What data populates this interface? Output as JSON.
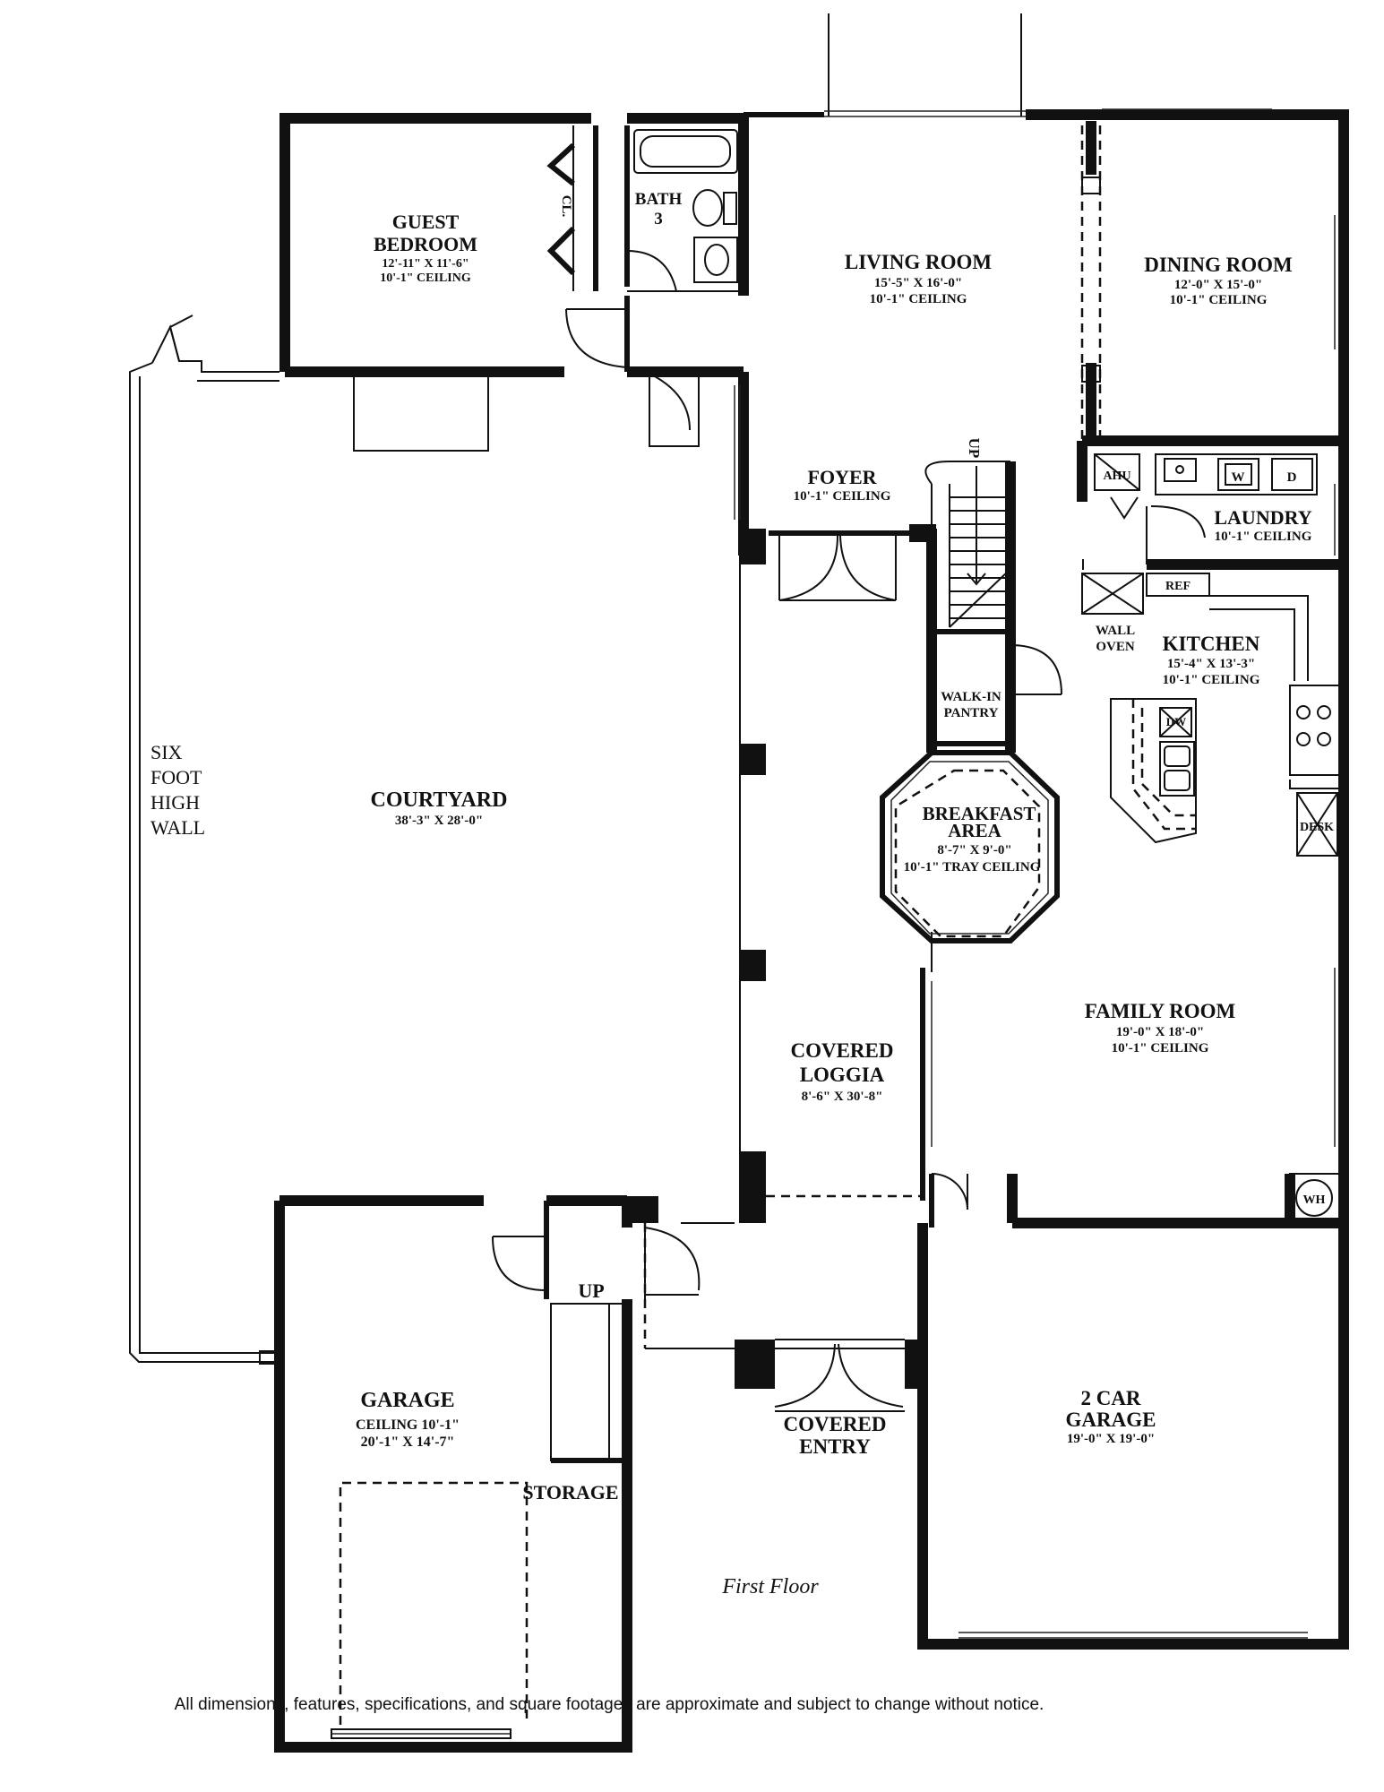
{
  "rooms": {
    "guest_bedroom": {
      "name_line1": "GUEST",
      "name_line2": "BEDROOM",
      "dims": "12'-11\" X 11'-6\"",
      "ceiling": "10'-1\" CEILING"
    },
    "closet": {
      "label": "CL."
    },
    "bath3": {
      "name_line1": "BATH",
      "name_line2": "3"
    },
    "living_room": {
      "name": "LIVING ROOM",
      "dims": "15'-5\" X 16'-0\"",
      "ceiling": "10'-1\" CEILING"
    },
    "dining_room": {
      "name": "DINING ROOM",
      "dims": "12'-0\" X 15'-0\"",
      "ceiling": "10'-1\" CEILING"
    },
    "foyer": {
      "name": "FOYER",
      "ceiling": "10'-1\" CEILING"
    },
    "laundry": {
      "name": "LAUNDRY",
      "ceiling": "10'-1\" CEILING",
      "ahu": "AHU",
      "washer": "W",
      "dryer": "D"
    },
    "kitchen": {
      "name": "KITCHEN",
      "dims": "15'-4\" X 13'-3\"",
      "ceiling": "10'-1\" CEILING",
      "ref": "REF",
      "wall_oven_line1": "WALL",
      "wall_oven_line2": "OVEN",
      "dw": "DW",
      "desk": "DESK"
    },
    "walk_in_pantry": {
      "name_line1": "WALK-IN",
      "name_line2": "PANTRY"
    },
    "breakfast_area": {
      "name_line1": "BREAKFAST",
      "name_line2": "AREA",
      "dims": "8'-7\" X 9'-0\"",
      "ceiling": "10'-1\" TRAY CEILING"
    },
    "courtyard": {
      "name": "COURTYARD",
      "dims": "38'-3\" X 28'-0\""
    },
    "six_foot_wall": {
      "line1": "SIX",
      "line2": "FOOT",
      "line3": "HIGH",
      "line4": "WALL"
    },
    "covered_loggia": {
      "name_line1": "COVERED",
      "name_line2": "LOGGIA",
      "dims": "8'-6\" X 30'-8\""
    },
    "family_room": {
      "name": "FAMILY ROOM",
      "dims": "19'-0\" X 18'-0\"",
      "ceiling": "10'-1\" CEILING",
      "wh": "WH"
    },
    "garage": {
      "name": "GARAGE",
      "ceiling": "CEILING 10'-1\"",
      "dims": "20'-1\" X 14'-7\"",
      "up": "UP",
      "storage": "STORAGE"
    },
    "covered_entry": {
      "name_line1": "COVERED",
      "name_line2": "ENTRY"
    },
    "two_car_garage": {
      "name_line1": "2 CAR",
      "name_line2": "GARAGE",
      "dims": "19'-0\" X 19'-0\""
    },
    "stair_up_label": "UP"
  },
  "floor_label": "First Floor",
  "disclaimer": "All dimensions, features, specifications, and square footages are approximate and subject to change without notice."
}
